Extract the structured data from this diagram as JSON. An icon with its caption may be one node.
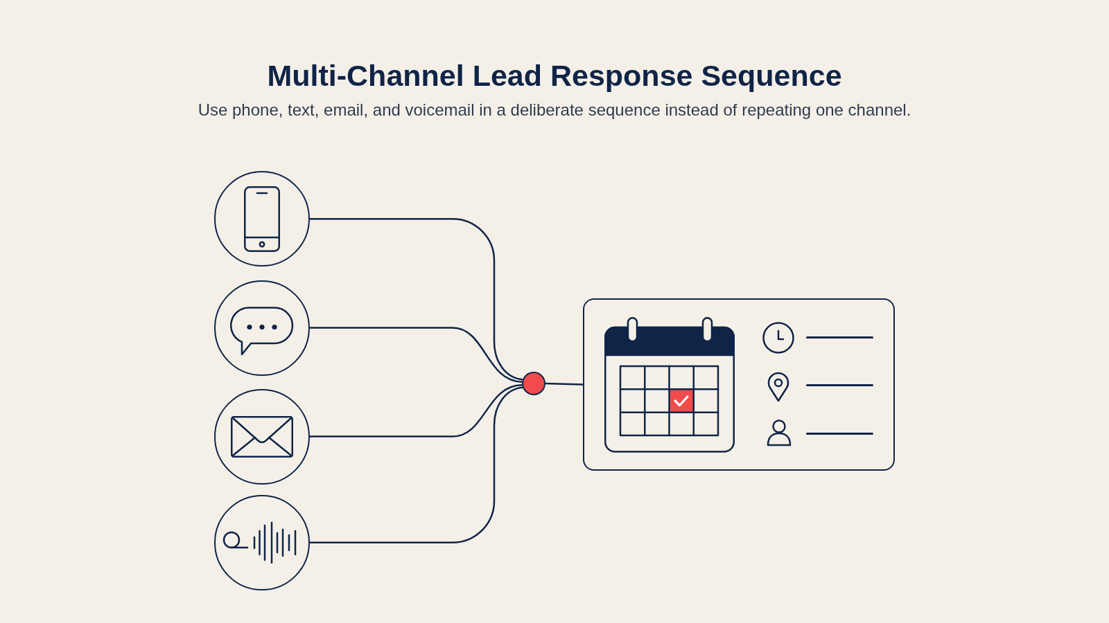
{
  "diagram": {
    "title": "Multi-Channel Lead Response Sequence",
    "nodes": [
      {
        "text": [],
        "shape": "circle"
      },
      {
        "text": [],
        "shape": "circle"
      },
      {
        "text": [],
        "shape": "circle"
      },
      {
        "text": [],
        "shape": "circle"
      },
      {
        "text": [],
        "shape": "circle"
      },
      {
        "text": [],
        "shape": "box"
      }
    ],
    "edges": [
      {
        "from": 0,
        "to": 4,
        "arrow": "none"
      },
      {
        "from": 1,
        "to": 4,
        "arrow": "none"
      },
      {
        "from": 2,
        "to": 4,
        "arrow": "none"
      },
      {
        "from": 3,
        "to": 4,
        "arrow": "none"
      },
      {
        "from": 4,
        "to": 5,
        "arrow": "none"
      }
    ],
    "labels": [
      "Use phone, text, email, and voicemail in a deliberate sequence instead of repeating one channel."
    ]
  }
}
